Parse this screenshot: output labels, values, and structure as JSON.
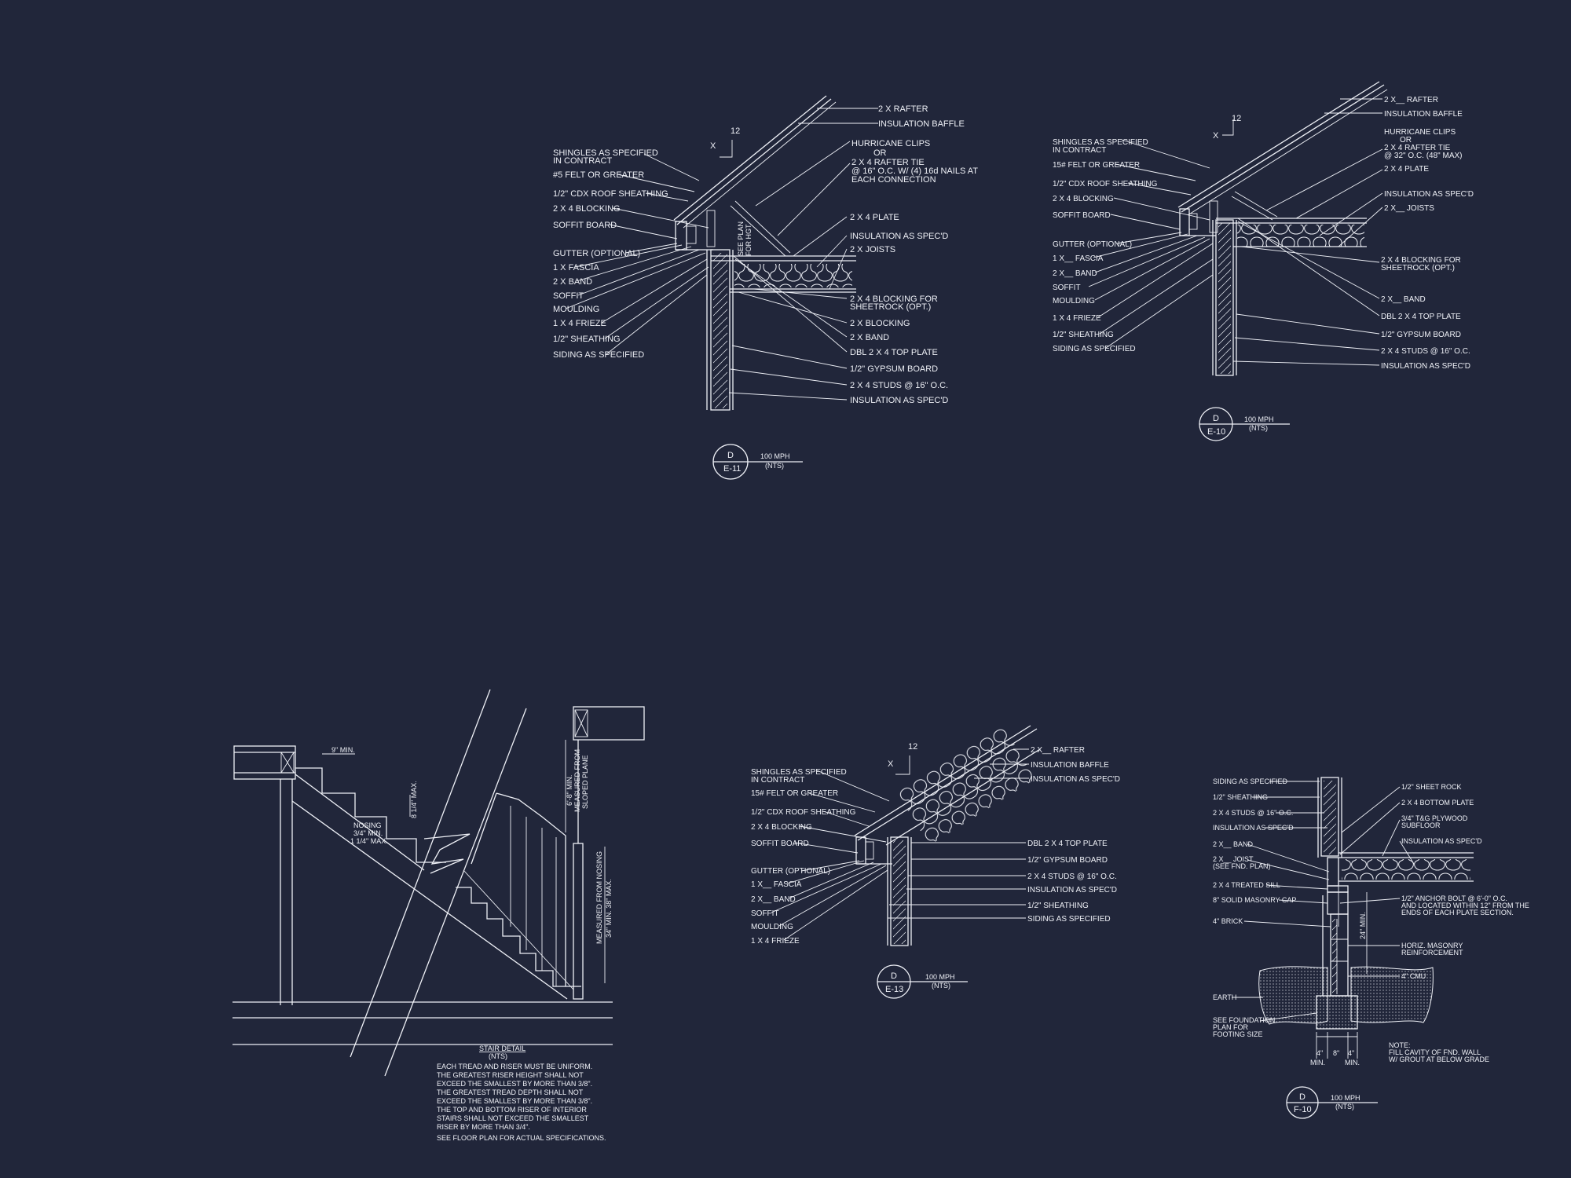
{
  "detail_e11": {
    "pitch_x": "X",
    "pitch_12": "12",
    "left_labels": [
      "SHINGLES AS SPECIFIED",
      "IN CONTRACT",
      "#5 FELT OR GREATER",
      "1/2\" CDX ROOF SHEATHING",
      "2 X 4 BLOCKING",
      "SOFFIT  BOARD",
      "GUTTER (OPTIONAL)",
      "1 X  FASCIA",
      "2 X  BAND",
      "SOFFIT",
      "MOULDING",
      "1 X 4 FRIEZE",
      "1/2\" SHEATHING",
      "SIDING AS SPECIFIED"
    ],
    "right_labels": [
      "2 X  RAFTER",
      "INSULATION BAFFLE",
      "HURRICANE CLIPS",
      "OR",
      "2 X 4 RAFTER TIE",
      "@ 16\" O.C. W/ (4) 16d NAILS AT",
      "EACH CONNECTION",
      "2 X 4 PLATE",
      "INSULATION AS SPEC'D",
      "2 X  JOISTS",
      "2 X 4 BLOCKING FOR",
      "SHEETROCK (OPT.)",
      "2 X  BLOCKING",
      "2 X  BAND",
      "DBL 2 X 4 TOP PLATE",
      "1/2\" GYPSUM BOARD",
      "2 X 4 STUDS @ 16\" O.C.",
      "INSULATION AS SPEC'D"
    ],
    "vertical_note_1": "SEE PLAN",
    "vertical_note_2": "FOR HGT.",
    "tag_top": "D",
    "tag_bottom": "E-11",
    "wind": "100 MPH",
    "scale": "(NTS)"
  },
  "detail_e10": {
    "pitch_x": "X",
    "pitch_12": "12",
    "left_labels": [
      "SHINGLES AS SPECIFIED",
      "IN CONTRACT",
      "15# FELT OR GREATER",
      "1/2\" CDX ROOF SHEATHING",
      "2 X 4 BLOCKING",
      "SOFFIT BOARD",
      "GUTTER (OPTIONAL)",
      "1 X__ FASCIA",
      "2 X__ BAND",
      "SOFFIT",
      "MOULDING",
      "1 X 4 FRIEZE",
      "1/2\" SHEATHING",
      "SIDING AS SPECIFIED"
    ],
    "right_labels": [
      "2 X__ RAFTER",
      "INSULATION BAFFLE",
      "HURRICANE CLIPS",
      "OR",
      "2 X 4 RAFTER TIE",
      "@ 32\" O.C. (48\" MAX)",
      "2 X 4 PLATE",
      "INSULATION AS SPEC'D",
      "2 X__ JOISTS",
      "2 X 4 BLOCKING FOR",
      "SHEETROCK (OPT.)",
      "2 X__ BAND",
      "DBL 2 X 4 TOP PLATE",
      "1/2\" GYPSUM BOARD",
      "2 X 4 STUDS @ 16\" O.C.",
      "INSULATION AS SPEC'D"
    ],
    "tag_top": "D",
    "tag_bottom": "E-10",
    "wind": "100 MPH",
    "scale": "(NTS)"
  },
  "detail_stair": {
    "dim_tread": "9\" MIN.",
    "dim_riser": "8 1/4\" MAX.",
    "nosing_1": "NOSING",
    "nosing_2": "3/4\" MIN.",
    "nosing_3": "1 1/4\" MAX.",
    "headroom_1": "6'-8\" MIN.",
    "headroom_2": "MEASURED FROM",
    "headroom_3": "SLOPED PLANE",
    "rail_1": "MEASURED FROM NOSING",
    "rail_2": "34\" MIN. 38\" MAX.",
    "title": "STAIR DETAIL",
    "scale": "(NTS)",
    "notes": [
      "EACH TREAD AND RISER MUST BE UNIFORM.",
      "THE GREATEST RISER HEIGHT SHALL NOT",
      "EXCEED THE SMALLEST BY MORE THAN  3/8\".",
      "THE GREATEST TREAD DEPTH SHALL NOT",
      "EXCEED THE SMALLEST BY MORE THAN  3/8\".",
      "THE TOP AND BOTTOM RISER OF INTERIOR",
      "STAIRS SHALL NOT EXCEED THE SMALLEST",
      "RISER BY MORE THAN 3/4\".",
      "SEE FLOOR PLAN FOR ACTUAL SPECIFICATIONS."
    ]
  },
  "detail_e13": {
    "pitch_x": "X",
    "pitch_12": "12",
    "left_labels": [
      "SHINGLES AS SPECIFIED",
      "IN CONTRACT",
      "15# FELT OR GREATER",
      "1/2\" CDX ROOF SHEATHING",
      "2 X 4 BLOCKING",
      "SOFFIT BOARD",
      "GUTTER (OPTIONAL)",
      "1 X__ FASCIA",
      "2 X__ BAND",
      "SOFFIT",
      "MOULDING",
      "1 X 4 FRIEZE"
    ],
    "right_labels": [
      "2 X__ RAFTER",
      "INSULATION BAFFLE",
      "INSULATION AS SPEC'D",
      "DBL 2 X 4 TOP PLATE",
      "1/2\" GYPSUM BOARD",
      "2 X 4 STUDS @ 16\" O.C.",
      "INSULATION AS SPEC'D",
      "1/2\" SHEATHING",
      "SIDING AS SPECIFIED"
    ],
    "tag_top": "D",
    "tag_bottom": "E-13",
    "wind": "100 MPH",
    "scale": "(NTS)"
  },
  "detail_f10": {
    "left_labels": [
      "SIDING AS SPECIFIED",
      "1/2\" SHEATHING",
      "2 X 4 STUDS @ 16\" O.C.",
      "INSULATION AS SPEC'D",
      "2 X__ BAND",
      "2 X__ JOIST",
      "(SEE FND. PLAN)",
      "2 X 4 TREATED SILL",
      "8\" SOLID MASONRY CAP",
      "4\" BRICK",
      "EARTH",
      "SEE FOUNDATION",
      "PLAN FOR",
      "FOOTING SIZE"
    ],
    "right_labels": [
      "1/2\" SHEET ROCK",
      "2 X 4 BOTTOM PLATE",
      "3/4\" T&G PLYWOOD",
      "SUBFLOOR",
      "INSULATION AS SPEC'D",
      "1/2\" ANCHOR BOLT @ 6'-0\" O.C.",
      "AND LOCATED WITHIN 12\" FROM THE",
      "ENDS OF EACH PLATE SECTION.",
      "HORIZ. MASONRY",
      "REINFORCEMENT",
      "4\" CMU"
    ],
    "dim_24": "24\" MIN.",
    "dim_a": "4\"",
    "dim_b": "8\"",
    "dim_c": "4\"",
    "dim_min_1": "MIN.",
    "dim_min_2": "MIN.",
    "note_1": "NOTE:",
    "note_2": "FILL CAVITY OF FND. WALL",
    "note_3": "W/ GROUT AT BELOW GRADE",
    "tag_top": "D",
    "tag_bottom": "F-10",
    "wind": "100 MPH",
    "scale": "(NTS)"
  }
}
